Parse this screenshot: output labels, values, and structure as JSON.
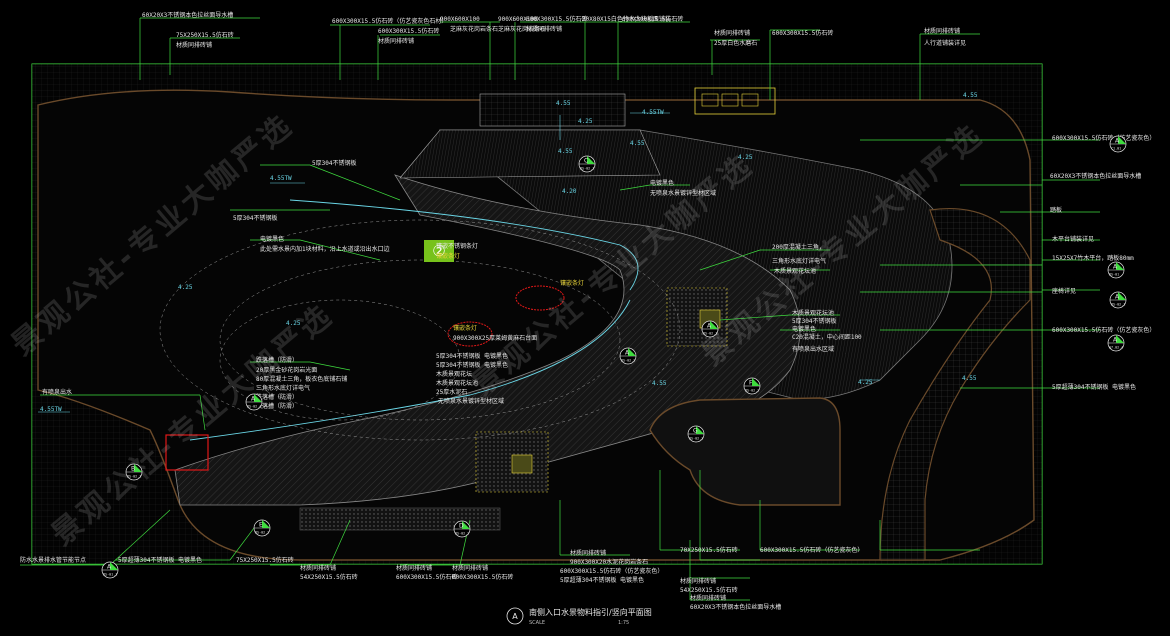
{
  "drawing": {
    "title": "南侧入口水景物料指引/竖向平面图",
    "scale_label": "SCALE",
    "ratio": "1:75",
    "view_mark": "A"
  },
  "badge": "②",
  "callouts": [
    {
      "t": "60X20X3不锈钢本色拉丝面导水槽",
      "c": "w"
    },
    {
      "t": "75X250X15.5仿石砖",
      "c": "w"
    },
    {
      "t": "材质同排砖铺",
      "c": "w"
    },
    {
      "t": "600X300X15.5仿石砖（仿艺瓷灰色石材）",
      "c": "w"
    },
    {
      "t": "600X300X15.5仿石砖",
      "c": "w"
    },
    {
      "t": "材质同排砖铺",
      "c": "w"
    },
    {
      "t": "900X600X100",
      "c": "w"
    },
    {
      "t": "芝麻灰花岗岩条石",
      "c": "w"
    },
    {
      "t": "900X600X100",
      "c": "w"
    },
    {
      "t": "芝麻灰花岗岩条石",
      "c": "w"
    },
    {
      "t": "600X300X15.5仿石砖",
      "c": "w"
    },
    {
      "t": "材质同排砖铺",
      "c": "w"
    },
    {
      "t": "30X80X15白色竹木大块板面铺装",
      "c": "w"
    },
    {
      "t": "600X300X15.5仿石砖",
      "c": "w"
    },
    {
      "t": "材质同排砖铺",
      "c": "w"
    },
    {
      "t": "25厚白色水磨石",
      "c": "w"
    },
    {
      "t": "600X300X15.5仿石砖",
      "c": "w"
    },
    {
      "t": "材质同排砖铺",
      "c": "w"
    },
    {
      "t": "人行道铺装详见",
      "c": "w"
    },
    {
      "t": "600X300X15.5仿石砖（仿艺瓷灰色）",
      "c": "w"
    },
    {
      "t": "60X20X3不锈钢本色拉丝面导水槽",
      "c": "w"
    },
    {
      "t": "踏板",
      "c": "w"
    },
    {
      "t": "木平台铺装详见",
      "c": "w"
    },
    {
      "t": "15X25X7竹木平台，踏板80mm",
      "c": "w"
    },
    {
      "t": "座椅详见",
      "c": "w"
    },
    {
      "t": "600X300X15.5仿石砖（仿艺瓷灰色）",
      "c": "w"
    },
    {
      "t": "5厚超薄304不锈钢板 电镀黑色",
      "c": "w"
    },
    {
      "t": "5厚304不锈钢板",
      "c": "w"
    },
    {
      "t": "电镀黑色",
      "c": "w"
    },
    {
      "t": "无喷泉水景镀锌型材区域",
      "c": "w"
    },
    {
      "t": "5厚304不锈钢板",
      "c": "w"
    },
    {
      "t": "电镀黑色",
      "c": "w"
    },
    {
      "t": "此处需水景内加1块材料，沿上水道或沿出水口边",
      "c": "w"
    },
    {
      "t": "有喷泉出水",
      "c": "w"
    },
    {
      "t": "跌落槽（防滑）",
      "c": "w"
    },
    {
      "t": "镶嵌不锈钢条灯",
      "c": "w"
    },
    {
      "t": "镶嵌条灯",
      "c": "y"
    },
    {
      "t": "镶嵌条灯",
      "c": "y"
    },
    {
      "t": "镶嵌条灯",
      "c": "y"
    },
    {
      "t": "900X300X25厚莱姆黄麻石台面",
      "c": "w"
    },
    {
      "t": "200厚混凝土三角，",
      "c": "w"
    },
    {
      "t": "三角形水底灯详电气",
      "c": "w"
    },
    {
      "t": "木质景观花坛池",
      "c": "w"
    },
    {
      "t": "木质景观花坛池",
      "c": "w"
    },
    {
      "t": "5厚304不锈钢板",
      "c": "w"
    },
    {
      "t": "电镀黑色",
      "c": "w"
    },
    {
      "t": "C20混凝土，中心间距100",
      "c": "w"
    },
    {
      "t": "有喷泉出水区域",
      "c": "w"
    },
    {
      "t": "20厚黑金砂花岗岩光面",
      "c": "w"
    },
    {
      "t": "80厚混凝土三角，板衣色底铺石铺",
      "c": "w"
    },
    {
      "t": "三角形水底灯详电气",
      "c": "w"
    },
    {
      "t": "跌落槽（防滑）",
      "c": "w"
    },
    {
      "t": "跌落槽（防滑）",
      "c": "w"
    },
    {
      "t": "5厚304不锈钢板 电镀黑色",
      "c": "w"
    },
    {
      "t": "5厚304不锈钢板 电镀黑色",
      "c": "w"
    },
    {
      "t": "木质景观花坛",
      "c": "w"
    },
    {
      "t": "木质景观花坛池",
      "c": "w"
    },
    {
      "t": "25厚水泥石",
      "c": "w"
    },
    {
      "t": "无喷泉水景镀锌型材区域",
      "c": "w"
    },
    {
      "t": "防水水景排水管节能节点",
      "c": "w"
    },
    {
      "t": "5厚超薄304不锈钢板 电镀黑色",
      "c": "w"
    },
    {
      "t": "75X250X15.5仿石砖",
      "c": "w"
    },
    {
      "t": "材质同排砖铺",
      "c": "w"
    },
    {
      "t": "54X250X15.5仿石砖",
      "c": "w"
    },
    {
      "t": "材质同排砖铺",
      "c": "w"
    },
    {
      "t": "600X300X15.5仿石砖",
      "c": "w"
    },
    {
      "t": "材质同排砖铺",
      "c": "w"
    },
    {
      "t": "600X300X15.5仿石砖",
      "c": "w"
    },
    {
      "t": "材质同排砖铺",
      "c": "w"
    },
    {
      "t": "900X300X20水泥花岗岩条石",
      "c": "w"
    },
    {
      "t": "600X300X15.5仿石砖（仿艺瓷灰色）",
      "c": "w"
    },
    {
      "t": "5厚超薄304不锈钢板 电镀黑色",
      "c": "w"
    },
    {
      "t": "70X250X15.5仿石砖",
      "c": "w"
    },
    {
      "t": "材质同排砖铺",
      "c": "w"
    },
    {
      "t": "54X250X15.5仿石砖",
      "c": "w"
    },
    {
      "t": "材质同排砖铺",
      "c": "w"
    },
    {
      "t": "60X20X3不锈钢本色拉丝面导水槽",
      "c": "w"
    },
    {
      "t": "600X300X15.5仿石砖（仿艺瓷灰色）",
      "c": "w"
    }
  ],
  "elevations": [
    "4.55TW",
    "4.55TW",
    "4.55TW",
    "4.55",
    "4.55",
    "4.55",
    "4.25",
    "4.25",
    "4.20",
    "4.25",
    "4.25",
    "4.25",
    "4.55",
    "4.55",
    "4.55"
  ],
  "section_marks": [
    {
      "letter": "A",
      "ref": "DS-02.4"
    },
    {
      "letter": "A",
      "ref": "C1.01"
    },
    {
      "letter": "A",
      "ref": "DS-01"
    },
    {
      "letter": "A",
      "ref": "A7.02.4"
    },
    {
      "letter": "B",
      "ref": "DS-02.1"
    },
    {
      "letter": "C",
      "ref": "DS-02.1"
    },
    {
      "letter": "D",
      "ref": "DS-02.2"
    },
    {
      "letter": "E",
      "ref": "DS-02.2"
    },
    {
      "letter": "F",
      "ref": "DS-02.2"
    },
    {
      "letter": "G",
      "ref": "DS-02.3"
    },
    {
      "letter": "A",
      "ref": "DS-02.2"
    },
    {
      "letter": "A",
      "ref": "DS-02.1"
    },
    {
      "letter": "A",
      "ref": "DS-01.1"
    },
    {
      "letter": "A",
      "ref": "DS-02.1"
    }
  ],
  "watermarks": [
    "景观公社-专业大咖严选",
    "景观公社-专业大咖严选",
    "景观公社-专业大咖严选",
    "景观公社-专业大咖严选"
  ],
  "colors": {
    "line": "#3fdc3f",
    "callout": "#3fdc3f",
    "text": "#e8e8e8",
    "badge": "#77c21b",
    "accent_red": "#e01818",
    "yellow": "#e6d23a"
  }
}
